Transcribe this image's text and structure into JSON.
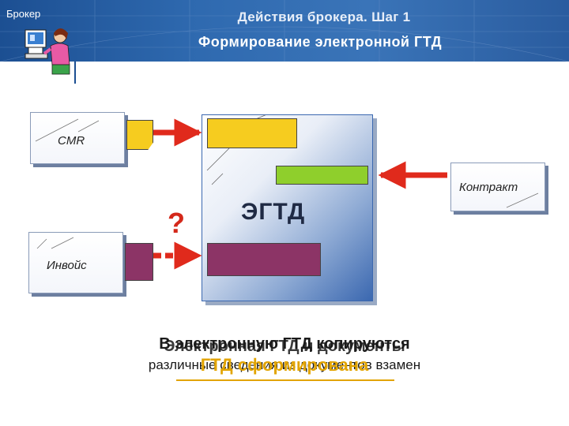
{
  "header": {
    "brand": "Брокер",
    "title": "Действия брокера.  Шаг 1",
    "subtitle": "Формирование электронной ГТД"
  },
  "documents": {
    "cmr": "CMR",
    "contract": "Контракт",
    "invoice": "Инвойс",
    "egtd": "ЭГТД"
  },
  "question_mark": "?",
  "caption": {
    "line_a": "В электронную ГТД копируются",
    "line_b": "различные сведения из документов взамен",
    "line_c": "ГТД сформирована",
    "line_d": "Электронная ГТД и документы"
  },
  "colors": {
    "header": "#2f6ab0",
    "yellow": "#f6cc1f",
    "green": "#8fcf2c",
    "purple": "#8c3466",
    "question": "#d4281a",
    "highlight": "#e2a400"
  }
}
